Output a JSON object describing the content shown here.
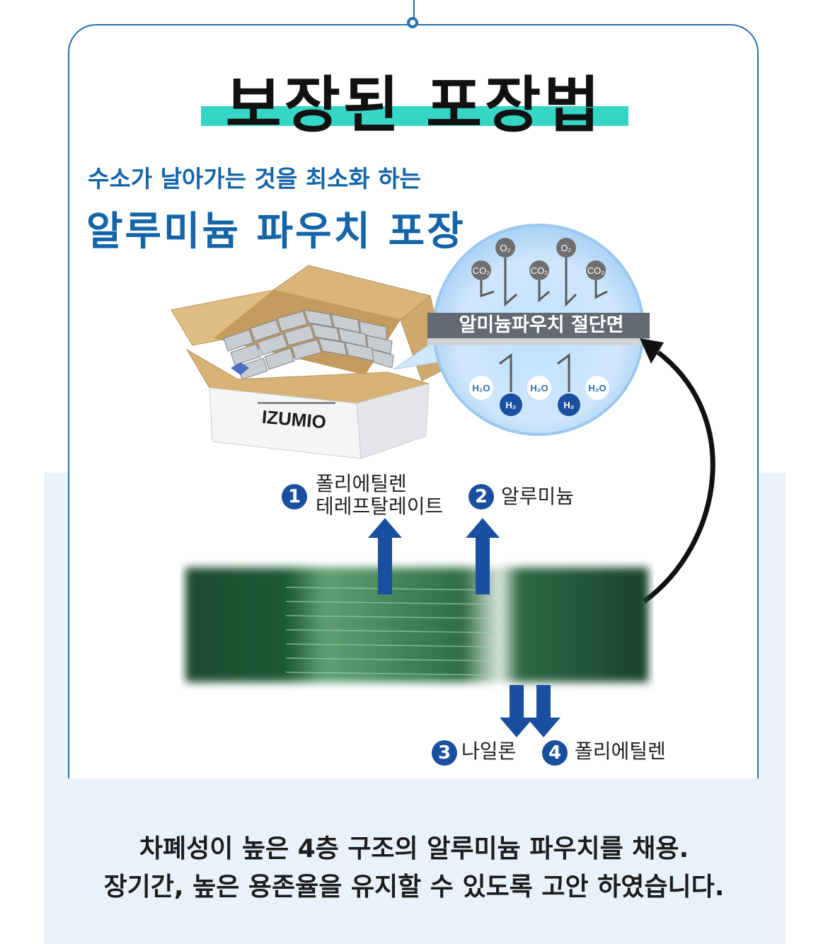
{
  "title": "보장된 포장법",
  "subtitle": "수소가 날아가는 것을 최소화 하는",
  "heading": "알루미늄 파우치 포장",
  "box": {
    "brand": "IZUMIO"
  },
  "diagram": {
    "band_label": "알미늄파우치 절단면",
    "top_molecules": [
      "O₂",
      "O₂",
      "CO₂",
      "CO₂",
      "CO₂"
    ],
    "bottom_molecules": [
      "H₂O",
      "H₂O",
      "H₂O",
      "H₂",
      "H₂"
    ]
  },
  "layers": [
    {
      "num": "1",
      "label_line1": "폴리에틸렌",
      "label_line2": "테레프탈레이트"
    },
    {
      "num": "2",
      "label_line1": "알루미늄"
    },
    {
      "num": "3",
      "label_line1": "나일론"
    },
    {
      "num": "4",
      "label_line1": "폴리에틸렌"
    }
  ],
  "description": {
    "line1": "차폐성이 높은 4층 구조의 알루미늄 파우치를 채용.",
    "line2": "장기간, 높은 용존율을 유지할 수 있도록 고안 하였습니다."
  },
  "colors": {
    "accent": "#1464a8",
    "highlight": "#35d6c6",
    "badge": "#1a4fa0",
    "panel": "#e9f2fa"
  }
}
